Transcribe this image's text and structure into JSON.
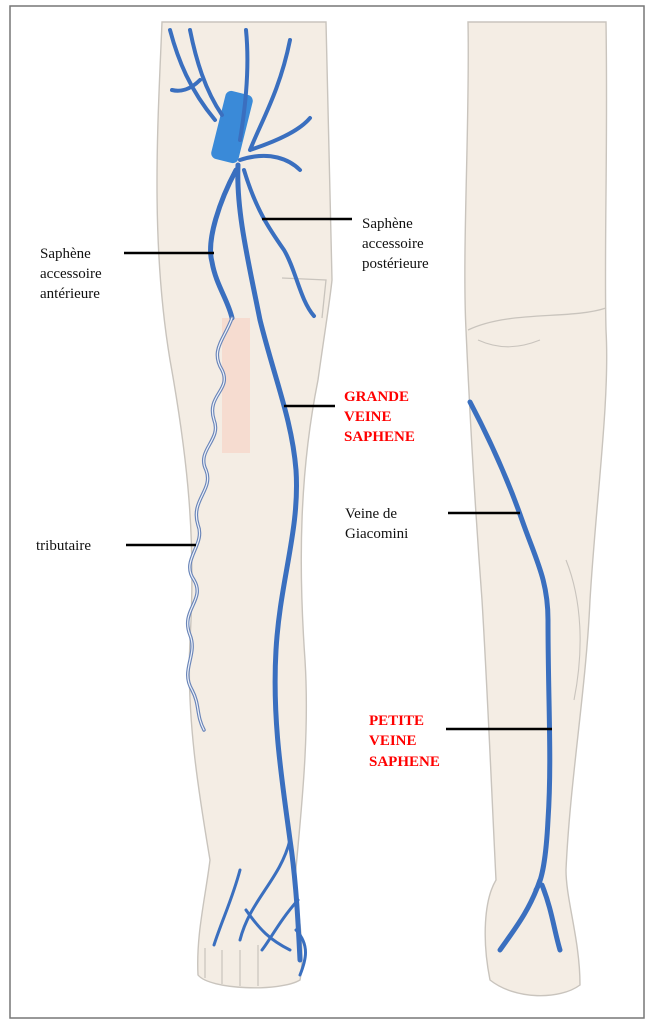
{
  "title": "Anatomie des veines saphènes",
  "labels": {
    "saphene_ant": [
      "Saphène",
      "accessoire",
      "antérieure"
    ],
    "saphene_post": [
      "Saphène",
      "accessoire",
      "postérieure"
    ],
    "grande": [
      "GRANDE",
      "VEINE",
      "SAPHENE"
    ],
    "tributaire": [
      "tributaire"
    ],
    "giacomini": [
      "Veine de",
      "Giacomini"
    ],
    "petite": [
      "PETITE",
      "VEINE",
      "SAPHENE"
    ]
  },
  "colors": {
    "vein": "#3a6fbf",
    "highlight_label": "#ff0000",
    "skin": "#f4ede4"
  }
}
